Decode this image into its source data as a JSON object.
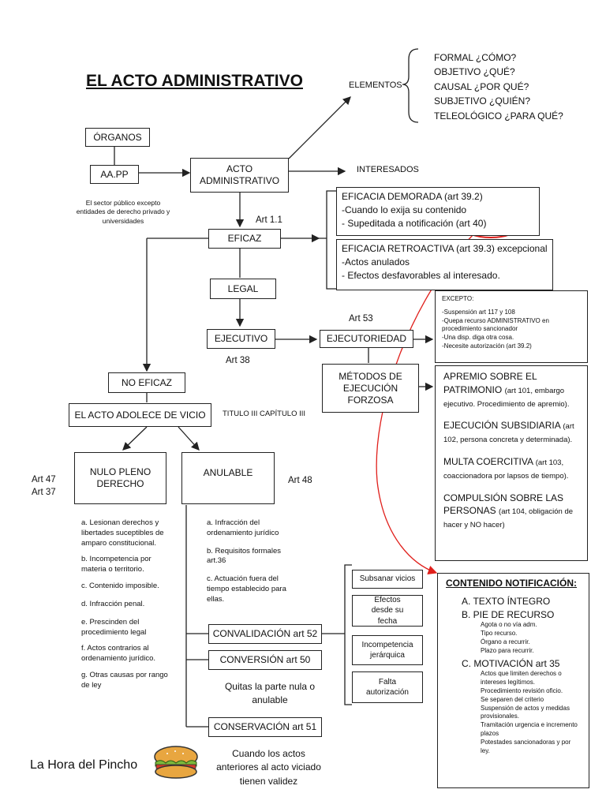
{
  "title": "EL ACTO ADMINISTRATIVO",
  "nodes": {
    "organos": "ÓRGANOS",
    "aapp": "AA.PP",
    "aapp_note": "El sector público excepto entidades de derecho privado y universidades",
    "acto": "ACTO ADMINISTRATIVO",
    "elementos": "ELEMENTOS",
    "interesados": "INTERESADOS",
    "art11": "Art 1.1",
    "eficaz": "EFICAZ",
    "legal": "LEGAL",
    "ejecutivo": "EJECUTIVO",
    "art38": "Art 38",
    "art53": "Art 53",
    "ejecutoriedad": "EJECUTORIEDAD",
    "metodos": "MÉTODOS DE EJECUCIÓN FORZOSA",
    "no_eficaz": "NO EFICAZ",
    "adolece": "EL ACTO ADOLECE DE VICIO",
    "titulo": "TITULO III CAPÍTULO III",
    "nulo": "NULO PLENO DERECHO",
    "anulable": "ANULABLE",
    "art47": "Art 47",
    "art37": "Art 37",
    "art48": "Art 48",
    "convalidacion": "CONVALIDACIÓN art 52",
    "conversion": "CONVERSIÓN art 50",
    "quitas": "Quitas la parte nula o anulable",
    "conservacion": "CONSERVACIÓN art 51",
    "cuando": "Cuando los actos anteriores al acto viciado tienen validez",
    "subsanar": "Subsanar vicios",
    "efectos_fecha": "Efectos desde su fecha",
    "incompetencia": "Incompetencia jerárquica",
    "falta": "Falta autorización",
    "logo_text": "La Hora del Pincho"
  },
  "elementos_list": [
    "FORMAL ¿CÓMO?",
    "OBJETIVO ¿QUÉ?",
    "CAUSAL ¿POR QUÉ?",
    "SUBJETIVO ¿QUIÉN?",
    "TELEOLÓGICO ¿PARA QUÉ?"
  ],
  "eficacia_demorada": [
    "EFICACIA DEMORADA (art 39.2)",
    "-Cuando lo exija su contenido",
    "- Supeditada a notificación (art 40)"
  ],
  "eficacia_retroactiva": [
    "EFICACIA RETROACTIVA (art 39.3) excepcional",
    "-Actos anulados",
    "- Efectos desfavorables al interesado."
  ],
  "excepto": [
    "EXCEPTO:",
    "-Suspensión art 117 y 108",
    "-Quepa recurso ADMINISTRATIVO en procedimiento sancionador",
    "-Una disp. diga otra cosa.",
    "-Necesite autorización (art 39.2)"
  ],
  "metodos_list": [
    {
      "title": "APREMIO SOBRE EL PATRIMONIO",
      "detail": "(art 101, embargo ejecutivo. Procedimiento de apremio)."
    },
    {
      "title": "EJECUCIÓN SUBSIDIARIA",
      "detail": "(art 102, persona concreta y determinada)."
    },
    {
      "title": "MULTA COERCITIVA",
      "detail": "(art 103, coaccionadora por lapsos de tiempo)."
    },
    {
      "title": "COMPULSIÓN SOBRE LAS PERSONAS",
      "detail": "(art 104, obligación de hacer y NO hacer)"
    }
  ],
  "nulo_list": [
    "a. Lesionan derechos y libertades suceptibles de amparo constitucional.",
    "b. Incompetencia por materia o territorio.",
    "c. Contenido imposible.",
    "d. Infracción penal.",
    "e. Prescinden del procedimiento legal",
    "f. Actos contrarios al ordenamiento jurídico.",
    "g. Otras causas por rango de ley"
  ],
  "anulable_list": [
    "a. Infracción del ordenamiento jurídico",
    "b. Requisitos formales art.36",
    "c. Actuación fuera del tiempo establecido para ellas."
  ],
  "notificacion": {
    "heading": "CONTENIDO NOTIFICACIÓN:",
    "a": "A.   TEXTO ÍNTEGRO",
    "b": "B.   PIE DE RECURSO",
    "b_items": [
      "Agota o no vía adm.",
      "Tipo recurso.",
      "Órgano a recurrir.",
      "Plazo para recurrir."
    ],
    "c": "C.   MOTIVACIÓN art 35",
    "c_items": [
      "Actos que limiten derechos o intereses legítimos.",
      "Procedimiento revisión oficio.",
      "Se separen del criterio",
      "Suspensión de actos y medidas provisionales.",
      "Tramitación urgencia e incremento plazos",
      "Potestades sancionadoras y por ley."
    ]
  },
  "colors": {
    "ink": "#111111",
    "highlight": "#e0201c",
    "bread": "#e8a640",
    "lettuce": "#7cb83a"
  }
}
